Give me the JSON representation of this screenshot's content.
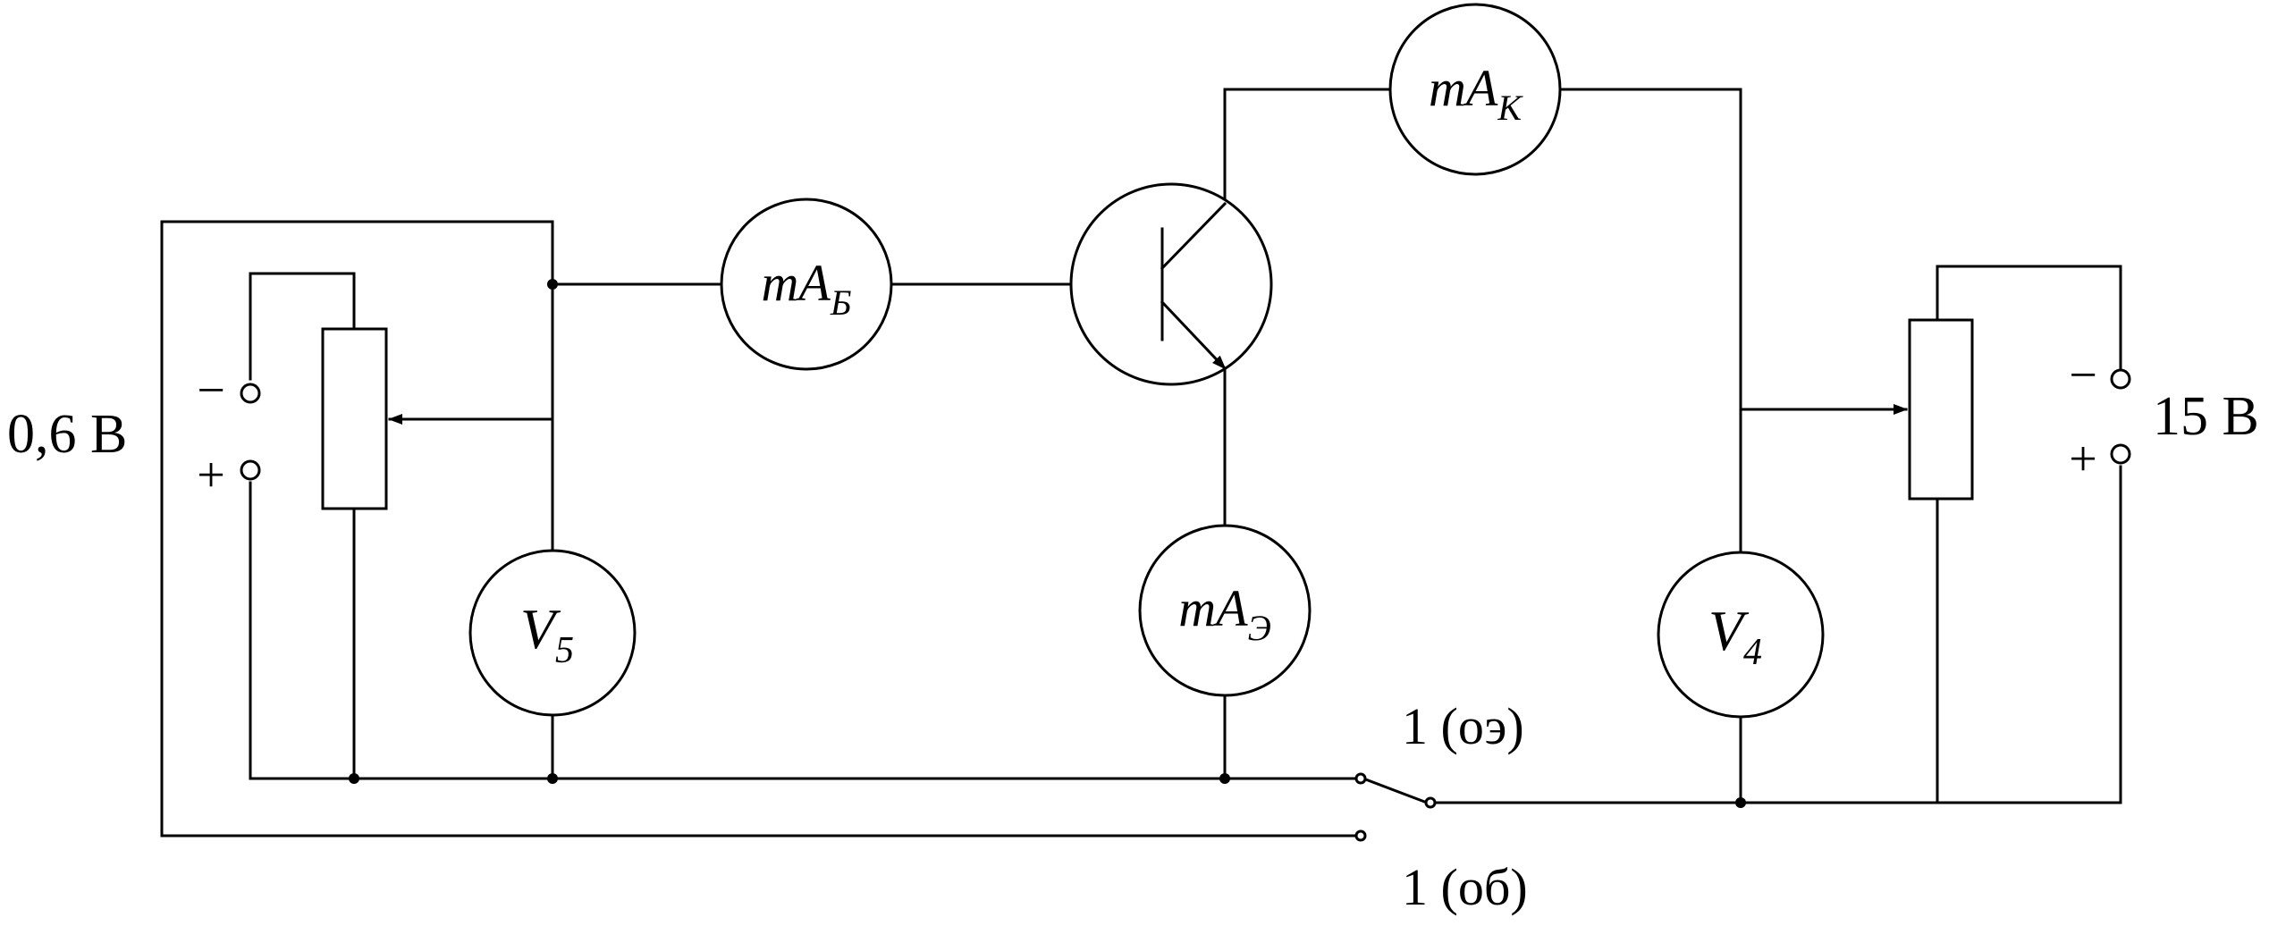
{
  "colors": {
    "line": "#000000",
    "background": "#ffffff"
  },
  "labels": {
    "source_left_voltage": "0,6 В",
    "source_right_voltage": "15 В",
    "switch_ce": "1 (оэ)",
    "switch_cb": "1 (об)",
    "minus": "−",
    "plus": "+"
  },
  "meters": {
    "collector": {
      "base": "mA",
      "sub": "К"
    },
    "base": {
      "base": "mA",
      "sub": "Б"
    },
    "emitter": {
      "base": "mA",
      "sub": "Э"
    },
    "v5": {
      "base": "V",
      "sub": "5"
    },
    "v4": {
      "base": "V",
      "sub": "4"
    }
  },
  "icons": {
    "transistor": "npn-transistor-icon",
    "potentiometer": "potentiometer-icon",
    "switch": "spdt-switch-icon"
  }
}
